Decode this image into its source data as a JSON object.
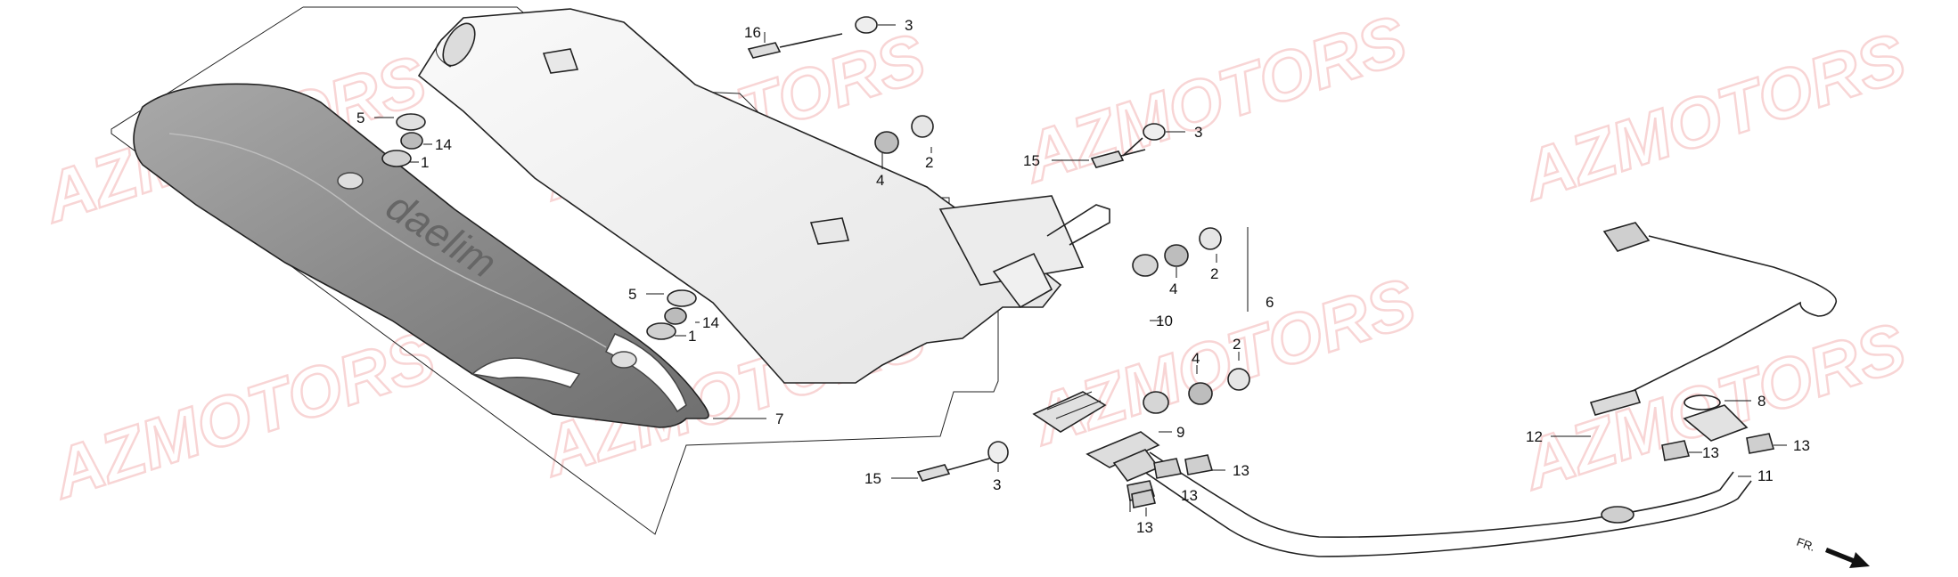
{
  "watermark": {
    "text": "AZMOTORS"
  },
  "direction_label": "FR.",
  "callouts": {
    "c16": "16",
    "c3_top": "3",
    "c2_top": "2",
    "c4_top": "4",
    "c5_a": "5",
    "c14_a": "14",
    "c1_a": "1",
    "c15_top": "15",
    "c3_mid": "3",
    "c2_mid": "2",
    "c4_mid": "4",
    "c6": "6",
    "c10": "10",
    "c5_b": "5",
    "c14_b": "14",
    "c1_b": "1",
    "c4_low": "4",
    "c2_low": "2",
    "c7": "7",
    "c9": "9",
    "c15_low": "15",
    "c3_low": "3",
    "c13_a": "13",
    "c13_b": "13",
    "c13_c": "13",
    "c12": "12",
    "c13_d": "13",
    "c8": "8",
    "c13_e": "13",
    "c11": "11"
  },
  "colors": {
    "watermark": "#f3b3b3",
    "heat_shield": "#8c8c8c",
    "muffler": "#f2f2f2",
    "outline": "#222222"
  }
}
